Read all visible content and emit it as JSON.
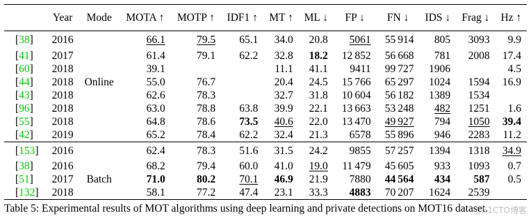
{
  "headers": [
    "",
    "Year",
    "Mode",
    "MOTA ↑",
    "MOTP ↑",
    "IDF1 ↑",
    "MT ↑",
    "ML ↓",
    "FP ↓",
    "FN ↓",
    "IDS ↓",
    "Frag ↓",
    "Hz ↑"
  ],
  "online": {
    "mode": "Online",
    "rows": [
      {
        "ref": "[",
        "cite": "38",
        "refc": "]",
        "year": "2016",
        "mota": "66.1",
        "motp": "79.5",
        "idf1": "65.1",
        "mt": "34.0",
        "ml": "20.8",
        "fp": "5061",
        "fn": "55 914",
        "ids": "805",
        "frag": "3093",
        "hz": "9.9"
      },
      {
        "ref": "[",
        "cite": "41",
        "refc": "]",
        "year": "2017",
        "mota": "61.4",
        "motp": "79.1",
        "idf1": "62.2",
        "mt": "32.8",
        "ml": "18.2",
        "fp": "12 852",
        "fn": "56 668",
        "ids": "781",
        "frag": "2008",
        "hz": "17.4"
      },
      {
        "ref": "[",
        "cite": "60",
        "refc": "]",
        "year": "2018",
        "mota": "39.1",
        "motp": "",
        "idf1": "",
        "mt": "11.1",
        "ml": "41.1",
        "fp": "9411",
        "fn": "99 727",
        "ids": "1906",
        "frag": "",
        "hz": "4.5"
      },
      {
        "ref": "[",
        "cite": "44",
        "refc": "]",
        "year": "2018",
        "mota": "55.0",
        "motp": "76.7",
        "idf1": "",
        "mt": "20.4",
        "ml": "24.5",
        "fp": "15 766",
        "fn": "65 297",
        "ids": "1024",
        "frag": "1594",
        "hz": "16.9"
      },
      {
        "ref": "[",
        "cite": "43",
        "refc": "]",
        "year": "2018",
        "mota": "62.6",
        "motp": "78.3",
        "idf1": "",
        "mt": "32.7",
        "ml": "31.8",
        "fp": "10 604",
        "fn": "56 182",
        "ids": "1389",
        "frag": "1534",
        "hz": ""
      },
      {
        "ref": "[",
        "cite": "96",
        "refc": "]",
        "year": "2018",
        "mota": "63.0",
        "motp": "78.8",
        "idf1": "63.8",
        "mt": "39.9",
        "ml": "22.1",
        "fp": "13 663",
        "fn": "53 248",
        "ids": "482",
        "frag": "1251",
        "hz": "1.6"
      },
      {
        "ref": "[",
        "cite": "55",
        "refc": "]",
        "year": "2018",
        "mota": "64.8",
        "motp": "78.6",
        "idf1": "73.5",
        "mt": "40.6",
        "ml": "22.0",
        "fp": "13 470",
        "fn": "49 927",
        "ids": "794",
        "frag": "1050",
        "hz": "39.4"
      },
      {
        "ref": "[",
        "cite": "42",
        "refc": "]",
        "year": "2019",
        "mota": "65.2",
        "motp": "78.4",
        "idf1": "62.2",
        "mt": "32.4",
        "ml": "21.3",
        "fp": "6578",
        "fn": "55 896",
        "ids": "946",
        "frag": "2283",
        "hz": "11.2"
      }
    ]
  },
  "batch": {
    "mode": "Batch",
    "rows": [
      {
        "ref": "[",
        "cite": "153",
        "refc": "]",
        "year": "2016",
        "mota": "62.4",
        "motp": "78.3",
        "idf1": "51.6",
        "mt": "31.5",
        "ml": "24.2",
        "fp": "9855",
        "fn": "57 257",
        "ids": "1394",
        "frag": "1318",
        "hz": "34.9"
      },
      {
        "ref": "[",
        "cite": "38",
        "refc": "]",
        "year": "2016",
        "mota": "68.2",
        "motp": "79.4",
        "idf1": "60.0",
        "mt": "41.0",
        "ml": "19.0",
        "fp": "11 479",
        "fn": "45 605",
        "ids": "933",
        "frag": "1093",
        "hz": "0.7"
      },
      {
        "ref": "[",
        "cite": "51",
        "refc": "]",
        "year": "2017",
        "mota": "71.0",
        "motp": "80.2",
        "idf1": "70.1",
        "mt": "46.9",
        "ml": "21.9",
        "fp": "7880",
        "fn": "44 564",
        "ids": "434",
        "frag": "587",
        "hz": "0.5"
      },
      {
        "ref": "[",
        "cite": "132",
        "refc": "]",
        "year": "2018",
        "mota": "58.1",
        "motp": "77.2",
        "idf1": "47.4",
        "mt": "23.1",
        "ml": "33.3",
        "fp": "4883",
        "fn": "70 207",
        "ids": "1624",
        "frag": "2539",
        "hz": ""
      }
    ]
  },
  "caption": "Table 5: Experimental results of MOT algorithms using deep learning and private detections on MOT16 dataset.",
  "watermark": "@51CTO博客",
  "colors": {
    "citation": "#00cc00",
    "text": "#000000"
  }
}
